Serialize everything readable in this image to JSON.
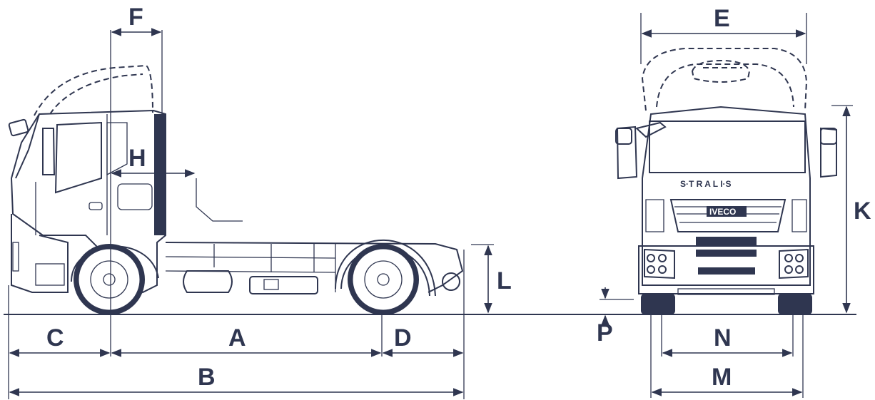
{
  "labels": {
    "A": "A",
    "B": "B",
    "C": "C",
    "D": "D",
    "E": "E",
    "F": "F",
    "H": "H",
    "K": "K",
    "L": "L",
    "M": "M",
    "N": "N",
    "P": "P"
  },
  "branding": {
    "model": "S·T R A L I·S",
    "maker": "IVECO"
  },
  "colors": {
    "ink": "#2f3650",
    "background": "#ffffff",
    "accent": "#5a6070"
  }
}
